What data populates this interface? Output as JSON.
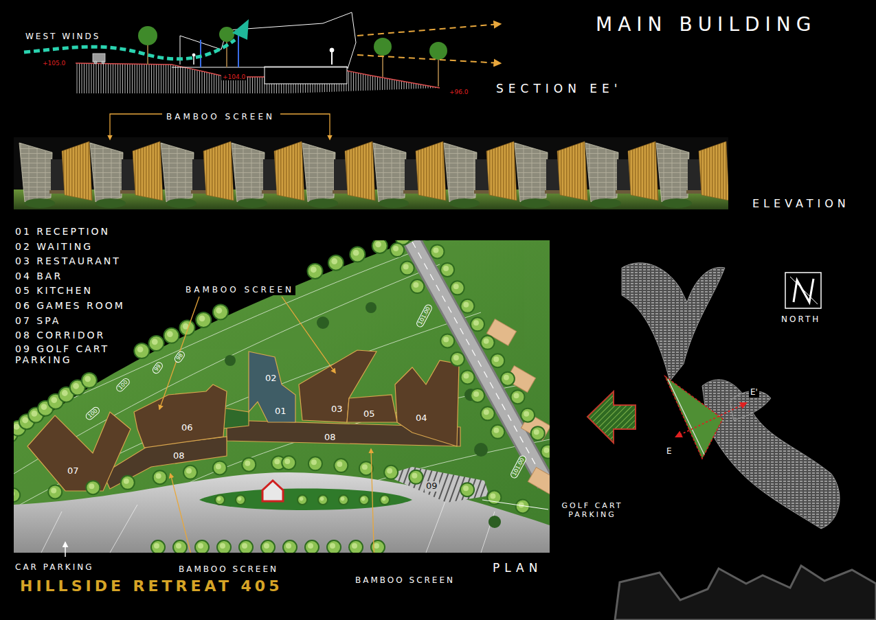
{
  "diagram": {
    "title": "MAIN BUILDING",
    "labels": [
      "WEST WINDS",
      "+105.0",
      "+104.0",
      "+96.0",
      "SECTION EE'",
      "BAMBOO SCREEN",
      "ELEVATION",
      "01 RECEPTION",
      "02 WAITING",
      "03 RESTAURANT",
      "04 BAR",
      "05 KITCHEN",
      "06 GAMES ROOM",
      "07 SPA",
      "08 CORRIDOR",
      "09 GOLF CART PARKING",
      "BAMBOO SCREEN",
      "02",
      "01",
      "03",
      "05",
      "04",
      "06",
      "08",
      "08",
      "07",
      "09",
      "100",
      "100",
      "99",
      "98",
      "101.00",
      "101.00",
      "GOLF CART PARKING",
      "CAR PARKING",
      "BAMBOO SCREEN",
      "PLAN",
      "BAMBOO SCREEN",
      "HILLSIDE RETREAT 405",
      "NORTH",
      "E'",
      "E"
    ]
  }
}
